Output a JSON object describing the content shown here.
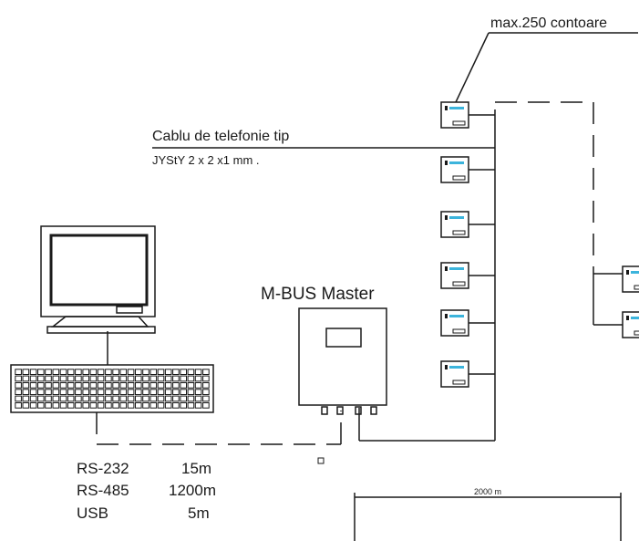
{
  "labels": {
    "max_meters": "max.250 contoare",
    "cable_line1": "Cablu de telefonie tip",
    "cable_line2": "JYStY 2 x 2 x1 mm .",
    "master": "M-BUS Master",
    "dimension": "2000 m"
  },
  "connections": [
    {
      "type": "RS-232",
      "distance": "15m"
    },
    {
      "type": "RS-485",
      "distance": "1200m"
    },
    {
      "type": "USB",
      "distance": "5m"
    }
  ],
  "colors": {
    "line": "#1a1a1a",
    "meter_accent": "#3cb4dc"
  },
  "icons": {
    "computer": "computer-monitor-icon",
    "keyboard": "keyboard-icon",
    "master": "mbus-master-icon",
    "meter": "meter-icon"
  }
}
